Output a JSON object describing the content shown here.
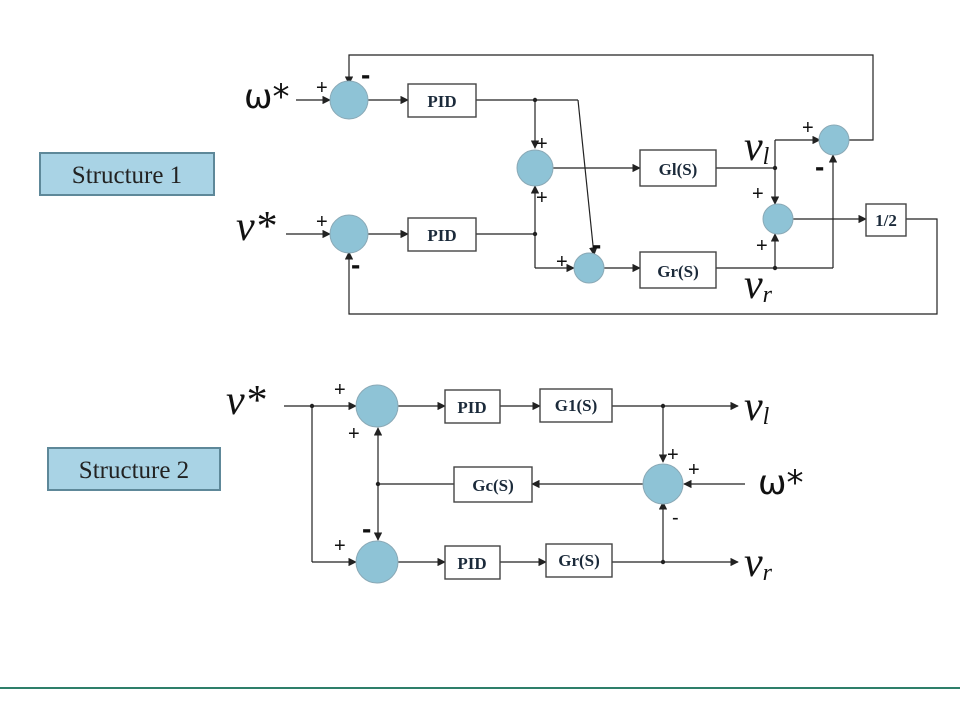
{
  "structure1": {
    "label": "Structure 1",
    "input_omega": "ω*",
    "input_v": "v*",
    "pid_top": "PID",
    "pid_bottom": "PID",
    "gl": "Gl(S)",
    "gr": "Gr(S)",
    "gain": "1/2",
    "out_l": "v",
    "out_l_sub": "l",
    "out_r": "v",
    "out_r_sub": "r",
    "signs": {
      "s_omega_in": "+",
      "s_omega_fb": "-",
      "s_v_in": "+",
      "s_v_fb": "-",
      "s_mid_top": "+",
      "s_mid_bot": "+",
      "s_low_left": "+",
      "s_low_top": "-",
      "s_right_top_plus": "+",
      "s_right_top_minus": "-",
      "s_right_mid_top": "+",
      "s_right_mid_bot": "+"
    }
  },
  "structure2": {
    "label": "Structure 2",
    "input_v": "v*",
    "input_omega": "ω*",
    "pid_top": "PID",
    "pid_bottom": "PID",
    "g1": "G1(S)",
    "gc": "Gc(S)",
    "gr": "Gr(S)",
    "out_l": "v",
    "out_l_sub": "l",
    "out_r": "v",
    "out_r_sub": "r",
    "signs": {
      "s_top_left": "+",
      "s_top_bottom": "+",
      "s_bot_left": "+",
      "s_bot_top": "-",
      "s_right_top": "+",
      "s_right_in": "+",
      "s_right_bot": "-"
    }
  },
  "colors": {
    "summing_junction": "#8ec3d6",
    "label_fill": "#a9d3e5",
    "footer_line": "#2e7f6a"
  }
}
